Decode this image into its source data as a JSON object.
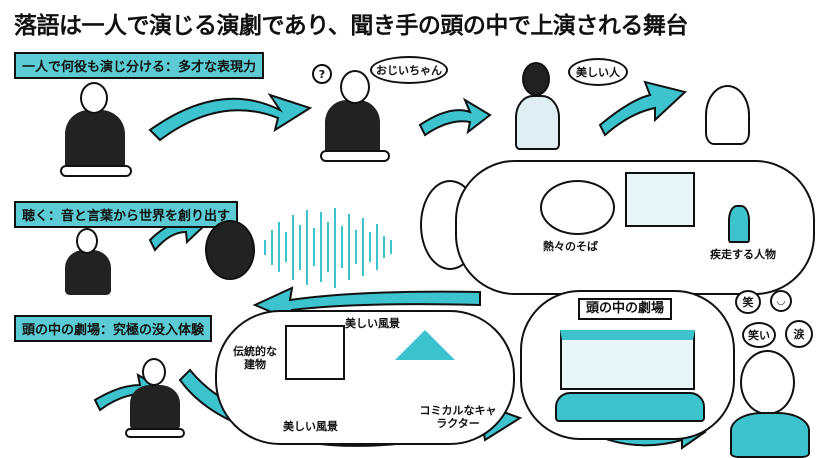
{
  "title": "落語は一人で演じる演劇であり、聞き手の頭の中で上演される舞台",
  "sections": [
    {
      "label": "一人で何役も演じ分ける：多才な表現力"
    },
    {
      "label": "聴く：音と言葉から世界を創り出す"
    },
    {
      "label": "頭の中の劇場：究極の没入体験"
    }
  ],
  "bubbles": {
    "grandpa": "おじいちゃん",
    "beauty": "美しい人",
    "question": "?"
  },
  "imagination": {
    "soba": "熱々のそば",
    "runner": "疾走する人物"
  },
  "scenery": {
    "top": "美しい風景",
    "building": "伝統的な建物",
    "bottom": "美しい風景",
    "character": "コミカルなキャラクター"
  },
  "theater": {
    "sign": "頭の中の劇場"
  },
  "reactions": {
    "laugh_char": "笑",
    "laugh": "笑い",
    "tears": "涙"
  },
  "colors": {
    "accent": "#3cc3cd",
    "label_bg": "#5ccbd3"
  }
}
